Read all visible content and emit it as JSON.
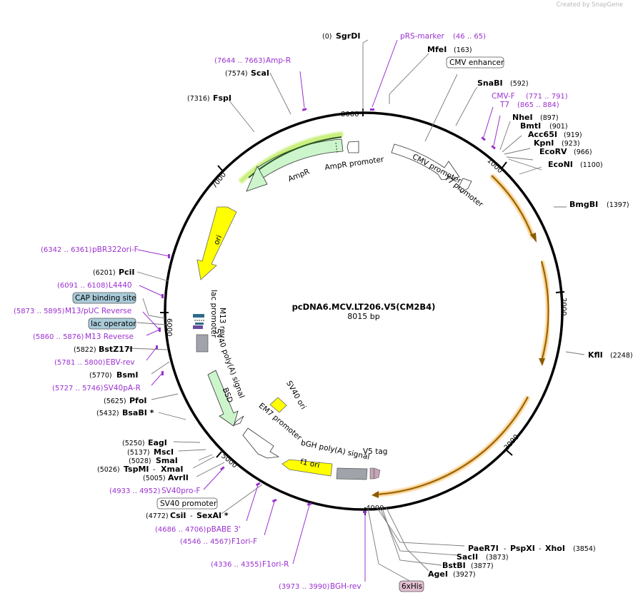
{
  "credit": "Created by SnapGene",
  "plasmid": {
    "name": "pcDNA6.MCV.LT206.V5(CM2B4)",
    "size": "8015 bp"
  },
  "ticks": [
    "1000",
    "2000",
    "3000",
    "4000",
    "5000",
    "6000",
    "7000",
    "8000"
  ],
  "sites": [
    {
      "name": "SgrDI",
      "pos": "(0)"
    },
    {
      "name": "MfeI",
      "pos": "(163)"
    },
    {
      "name": "SnaBI",
      "pos": "(592)"
    },
    {
      "name": "NheI",
      "pos": "(897)"
    },
    {
      "name": "BmtI",
      "pos": "(901)"
    },
    {
      "name": "Acc65I",
      "pos": "(919)"
    },
    {
      "name": "KpnI",
      "pos": "(923)"
    },
    {
      "name": "EcoRV",
      "pos": "(966)"
    },
    {
      "name": "EcoNI",
      "pos": "(1100)"
    },
    {
      "name": "BmgBI",
      "pos": "(1397)"
    },
    {
      "name": "KflI",
      "pos": "(2248)"
    },
    {
      "name": "PaeR7I",
      "name2": "PspXI",
      "name3": "XhoI",
      "pos": "(3854)"
    },
    {
      "name": "SacII",
      "pos": "(3873)"
    },
    {
      "name": "BstBI",
      "pos": "(3877)"
    },
    {
      "name": "AgeI",
      "pos": "(3927)"
    },
    {
      "name": "CsiI",
      "name2": "SexAI *",
      "pos": "(4772)"
    },
    {
      "name": "AvrII",
      "pos": "(5005)"
    },
    {
      "name": "TspMI",
      "name2": "XmaI",
      "pos": "(5026)"
    },
    {
      "name": "SmaI",
      "pos": "(5028)"
    },
    {
      "name": "MscI",
      "pos": "(5137)"
    },
    {
      "name": "EagI",
      "pos": "(5250)"
    },
    {
      "name": "BsaBI *",
      "pos": "(5432)"
    },
    {
      "name": "PfoI",
      "pos": "(5625)"
    },
    {
      "name": "BsmI",
      "pos": "(5770)"
    },
    {
      "name": "BstZ17I",
      "pos": "(5822)"
    },
    {
      "name": "PciI",
      "pos": "(6201)"
    },
    {
      "name": "FspI",
      "pos": "(7316)"
    },
    {
      "name": "ScaI",
      "pos": "(7574)"
    }
  ],
  "primers": [
    {
      "name": "pRS-marker",
      "range": "(46 .. 65)"
    },
    {
      "name": "CMV-F",
      "range": "(771 .. 791)"
    },
    {
      "name": "T7",
      "range": "(865 .. 884)"
    },
    {
      "name": "BGH-rev",
      "range": "(3973 .. 3990)"
    },
    {
      "name": "F1ori-R",
      "range": "(4336 .. 4355)"
    },
    {
      "name": "F1ori-F",
      "range": "(4546 .. 4567)"
    },
    {
      "name": "pBABE 3'",
      "range": "(4686 .. 4706)"
    },
    {
      "name": "SV40pro-F",
      "range": "(4933 .. 4952)"
    },
    {
      "name": "SV40pA-R",
      "range": "(5727 .. 5746)"
    },
    {
      "name": "EBV-rev",
      "range": "(5781 .. 5800)"
    },
    {
      "name": "M13 Reverse",
      "range": "(5860 .. 5876)"
    },
    {
      "name": "M13/pUC Reverse",
      "range": "(5873 .. 5895)"
    },
    {
      "name": "L4440",
      "range": "(6091 .. 6108)"
    },
    {
      "name": "pBR322ori-F",
      "range": "(6342 .. 6361)"
    },
    {
      "name": "Amp-R",
      "range": "(7644 .. 7663)"
    }
  ],
  "features": {
    "cmv_enhancer": "CMV enhancer",
    "cmv_promoter": "CMV promoter",
    "t7_promoter": "T7 promoter",
    "ampr_promoter": "AmpR promoter",
    "ampr": "AmpR",
    "ori": "ori",
    "lac_promoter": "lac promoter",
    "m13_rev": "M13 rev",
    "sv40_polya": "SV40 poly(A) signal",
    "bsd": "BSD",
    "sv40_ori": "SV40 ori",
    "em7_promoter": "EM7 promoter",
    "bgh_polya": "bGH poly(A) signal",
    "f1_ori": "f1 ori",
    "v5_tag": "V5 tag",
    "his6": "6xHis",
    "cap_site": "CAP binding site",
    "lac_operator": "lac operator",
    "sv40_promoter": "SV40 promoter"
  },
  "colors": {
    "primer": "#9b30d0",
    "ampr": "#ccf5cc",
    "ori": "#ffff00",
    "orf_arrow": "#8b5a00",
    "orf_glow": "#f5c06a",
    "gray_feature": "#a0a4aa",
    "v5": "#c9a3b8",
    "box_blue": "#a9cbd9",
    "box_pink": "#e2bfcf"
  }
}
